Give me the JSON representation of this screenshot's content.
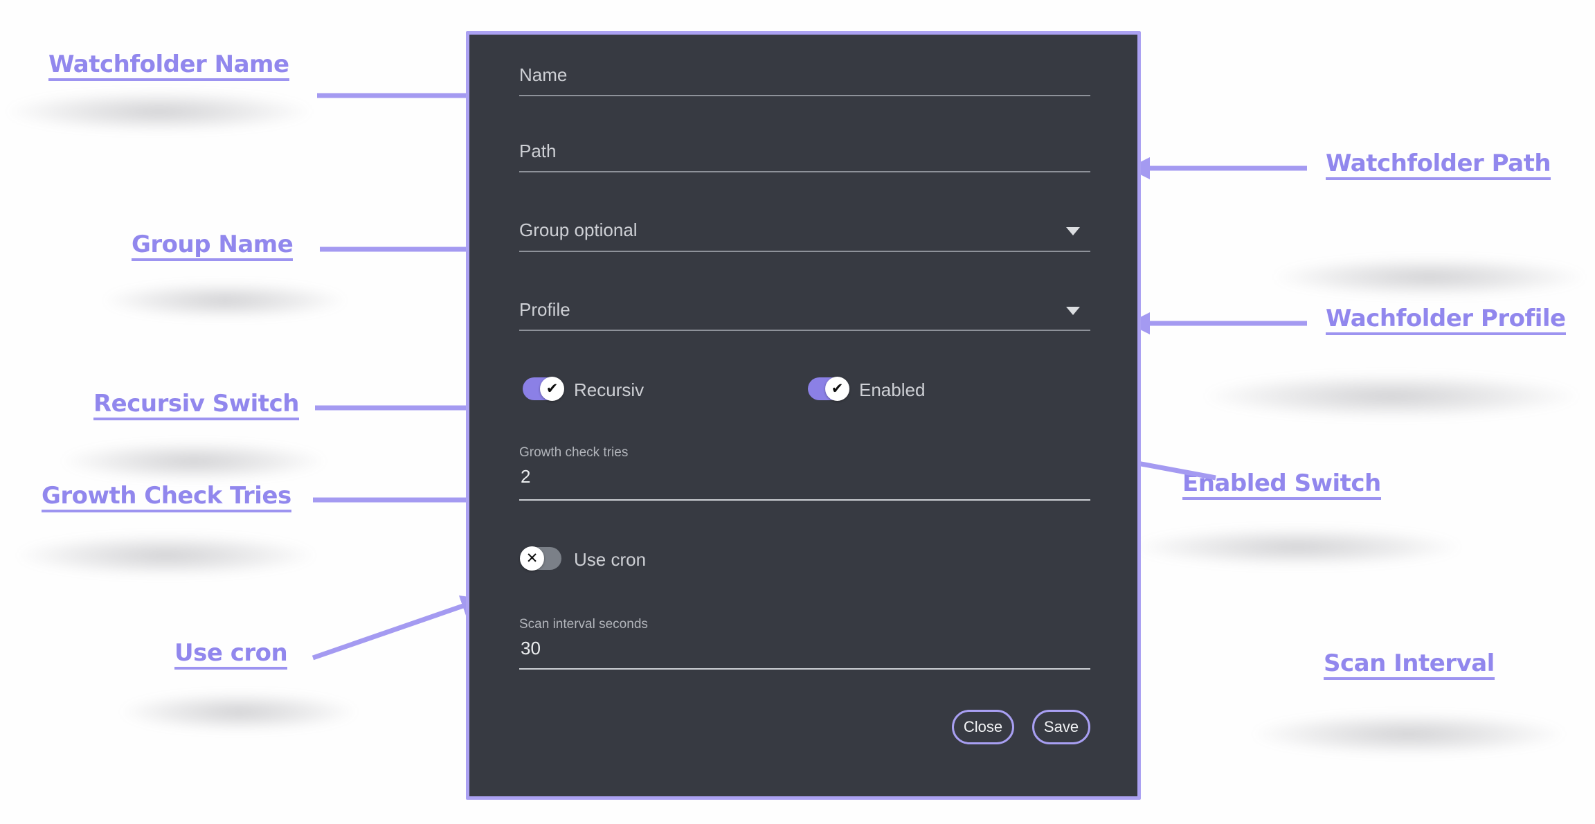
{
  "annotations": {
    "left": [
      {
        "label": "Watchfolder Name"
      },
      {
        "label": "Group Name"
      },
      {
        "label": "Recursiv Switch"
      },
      {
        "label": "Growth Check Tries"
      },
      {
        "label": "Use cron"
      }
    ],
    "right": [
      {
        "label": "Watchfolder Path"
      },
      {
        "label": "Wachfolder Profile"
      },
      {
        "label": "Enabled Switch"
      },
      {
        "label": "Scan Interval"
      }
    ]
  },
  "dialog": {
    "fields": {
      "name": {
        "label": "Name",
        "value": ""
      },
      "path": {
        "label": "Path",
        "value": ""
      },
      "group": {
        "label": "Group optional",
        "value": ""
      },
      "profile": {
        "label": "Profile",
        "value": ""
      },
      "growth_check_tries": {
        "label": "Growth check tries",
        "value": "2"
      },
      "scan_interval": {
        "label": "Scan interval seconds",
        "value": "30"
      }
    },
    "switches": {
      "recursiv": {
        "label": "Recursiv",
        "state": "on"
      },
      "enabled": {
        "label": "Enabled",
        "state": "on"
      },
      "use_cron": {
        "label": "Use cron",
        "state": "off"
      }
    },
    "buttons": {
      "close": "Close",
      "save": "Save"
    }
  },
  "icons": {
    "check": "✔",
    "cross": "✕"
  },
  "colors": {
    "annotation": "#9187ed",
    "arrow": "#a49af1",
    "dialog_bg": "#373a42",
    "dialog_border": "#aba1f2",
    "switch_on": "#8b80e6",
    "switch_off": "#7b8088"
  }
}
